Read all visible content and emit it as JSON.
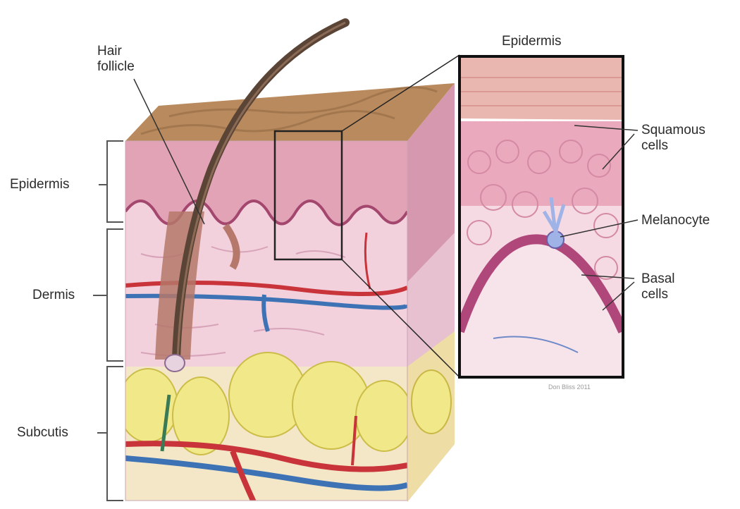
{
  "labels": {
    "hair_follicle": "Hair\nfollicle",
    "epidermis_left": "Epidermis",
    "dermis": "Dermis",
    "subcutis": "Subcutis",
    "epidermis_inset": "Epidermis",
    "squamous_cells": "Squamous\ncells",
    "melanocyte": "Melanocyte",
    "basal_cells": "Basal\ncells",
    "credit": "Don Bliss 2011"
  },
  "colors": {
    "surface_tan": "#b98a5e",
    "epidermis_pink": "#e3a3b6",
    "dermis_pink": "#f2d0dc",
    "fat_yellow": "#f1e88a",
    "artery_red": "#c8343a",
    "vein_blue": "#3d73b5",
    "hair_brown": "#5a4436",
    "basal_purple": "#b0477a"
  }
}
